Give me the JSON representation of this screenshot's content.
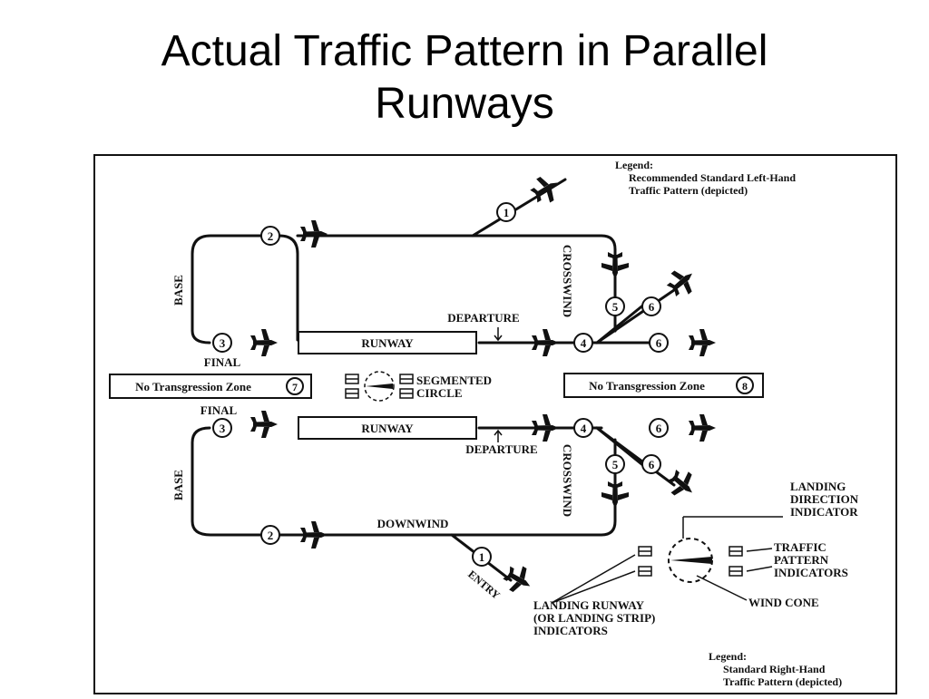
{
  "slide": {
    "title_line1": "Actual Traffic Pattern in Parallel",
    "title_line2": "Runways"
  },
  "legend_top": {
    "heading": "Legend:",
    "line1": "Recommended Standard Left-Hand",
    "line2": "Traffic Pattern (depicted)"
  },
  "legend_bottom": {
    "heading": "Legend:",
    "line1": "Standard Right-Hand",
    "line2": "Traffic Pattern (depicted)"
  },
  "labels": {
    "base": "BASE",
    "final": "FINAL",
    "crosswind": "CROSSWIND",
    "departure": "DEPARTURE",
    "runway": "RUNWAY",
    "downwind": "DOWNWIND",
    "entry": "ENTRY",
    "segmented_circle_line1": "SEGMENTED",
    "segmented_circle_line2": "CIRCLE",
    "zone_left": "No Transgression Zone",
    "zone_left_num": "7",
    "zone_right": "No Transgression Zone",
    "zone_right_num": "8",
    "landing_direction_1": "LANDING",
    "landing_direction_2": "DIRECTION",
    "landing_direction_3": "INDICATOR",
    "traffic_pattern_1": "TRAFFIC",
    "traffic_pattern_2": "PATTERN",
    "traffic_pattern_3": "INDICATORS",
    "wind_cone": "WIND CONE",
    "landing_runway_1": "LANDING RUNWAY",
    "landing_runway_2": "(OR LANDING STRIP)",
    "landing_runway_3": "INDICATORS"
  },
  "markers": {
    "m1": "1",
    "m2": "2",
    "m3": "3",
    "m4": "4",
    "m5": "5",
    "m6": "6"
  }
}
